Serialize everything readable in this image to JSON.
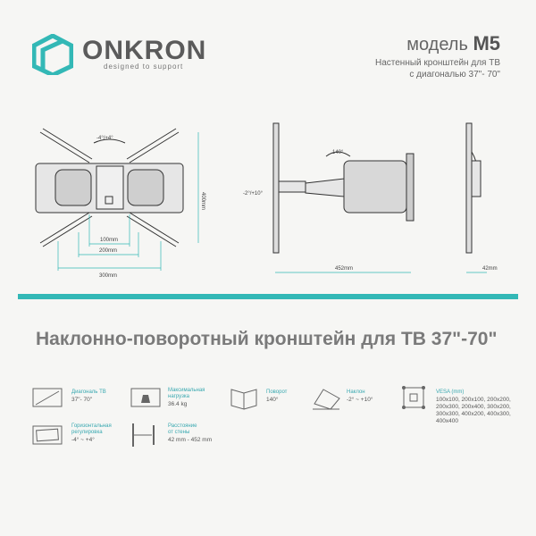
{
  "header": {
    "brand": "ONKRON",
    "tagline": "designed to support",
    "model_label": "модель",
    "model_code": "M5",
    "desc_line1": "Настенный кронштейн для ТВ",
    "desc_line2": "с диагональю 37\"- 70\""
  },
  "dimensions": {
    "swivel_range": "-4°/+4°",
    "height": "400mm",
    "width_small": "100mm",
    "width_mid": "200mm",
    "width_large": "300mm",
    "rotation": "140°",
    "tilt": "-2°/+10°",
    "depth": "452mm",
    "profile": "42mm"
  },
  "headline": "Наклонно-поворотный кронштейн для ТВ 37\"-70\"",
  "features": {
    "diagonal": {
      "label": "Диагональ ТВ",
      "value": "37\"- 70\""
    },
    "load": {
      "label1": "Максимальная",
      "label2": "нагрузка",
      "value": "36.4 kg"
    },
    "rotation": {
      "label": "Поворот",
      "value": "140°"
    },
    "tilt": {
      "label": "Наклон",
      "value": "-2° ~ +10°"
    },
    "vesa": {
      "label": "VESA (mm)",
      "line1": "100х100, 200х100, 200х200,",
      "line2": "200х300, 200х400, 300х200,",
      "line3": "300х300, 400х200, 400х300,",
      "line4": "400х400"
    },
    "level": {
      "label1": "Горизонтальная",
      "label2": "регулировка",
      "value": "-4° ~ +4°"
    },
    "distance": {
      "label1": "Расстояние",
      "label2": "от стены",
      "value": "42 mm - 452 mm"
    }
  },
  "colors": {
    "accent": "#33b8b6",
    "text": "#555555"
  }
}
